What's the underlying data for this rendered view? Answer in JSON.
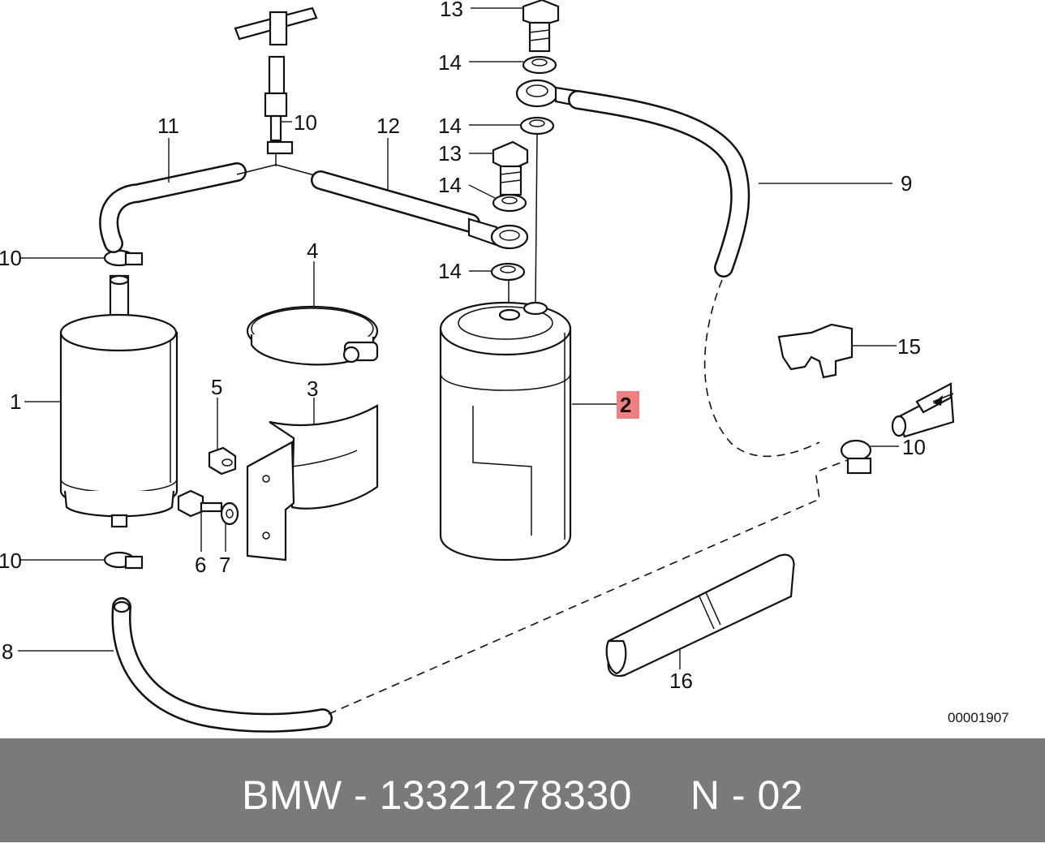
{
  "diagram": {
    "labels": [
      "1",
      "2",
      "3",
      "4",
      "5",
      "6",
      "7",
      "8",
      "9",
      "10",
      "11",
      "12",
      "13",
      "14",
      "15",
      "16"
    ],
    "highlight_label": "2",
    "highlight_color": "#f08080",
    "drawing_number": "00001907"
  },
  "footer": {
    "text": "BMW - 13321278330     N - 02",
    "background": "#7a7a7a"
  }
}
